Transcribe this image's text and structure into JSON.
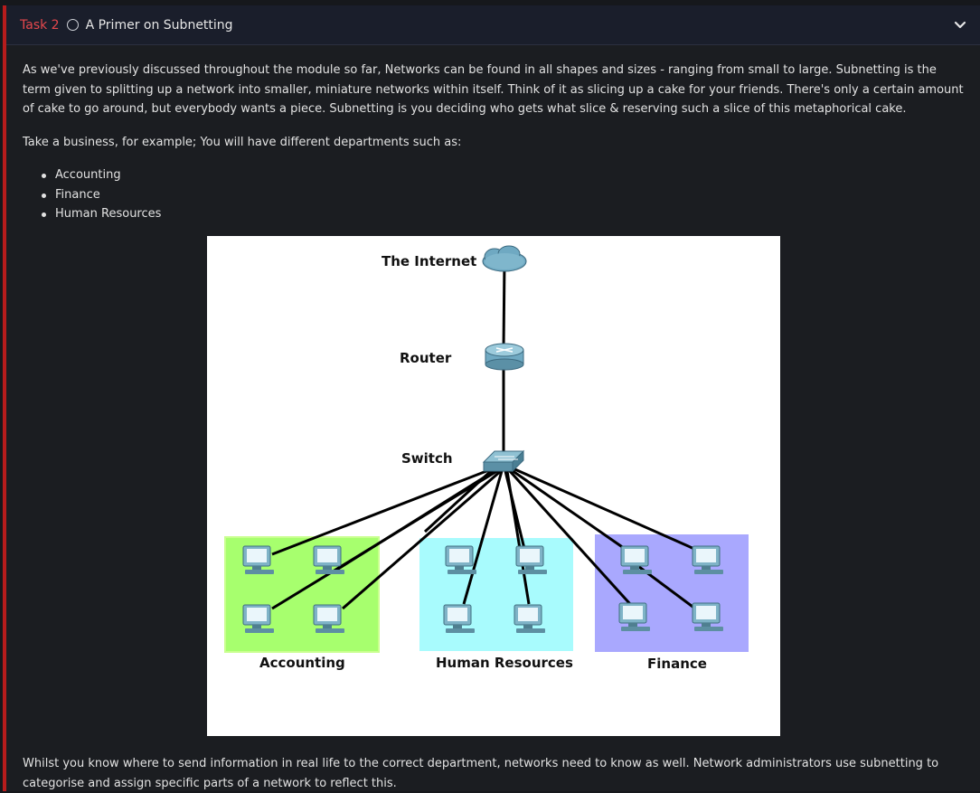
{
  "task": {
    "number": "Task 2",
    "title": "A Primer on Subnetting"
  },
  "content": {
    "paragraph1": "As we've previously discussed throughout the module so far, Networks can be found in all shapes and sizes - ranging from small to large. Subnetting is the term given to splitting up a network into smaller, miniature networks within itself. Think of it as slicing up a cake for your friends. There's only a certain amount of cake to go around, but everybody wants a piece. Subnetting is you deciding who gets what slice & reserving such a slice of this metaphorical cake.",
    "paragraph2": "Take a business, for example; You will have different departments such as:",
    "list": [
      "Accounting",
      "Finance",
      "Human Resources"
    ],
    "paragraph3": "Whilst you know where to send information in real life to the correct department, networks need to know as well. Network administrators use subnetting to categorise and assign specific parts of a network to reflect this."
  },
  "diagram": {
    "internet_label": "The Internet",
    "router_label": "Router",
    "switch_label": "Switch",
    "groups": [
      {
        "label": "Accounting",
        "color": "#a7ff6e"
      },
      {
        "label": "Human Resources",
        "color": "#a8fbfd"
      },
      {
        "label": "Finance",
        "color": "#a9a8fe"
      }
    ]
  },
  "colors": {
    "accent_red": "#e5484d",
    "panel_border": "#b71c1c",
    "header_bg": "#1a1e2b"
  }
}
